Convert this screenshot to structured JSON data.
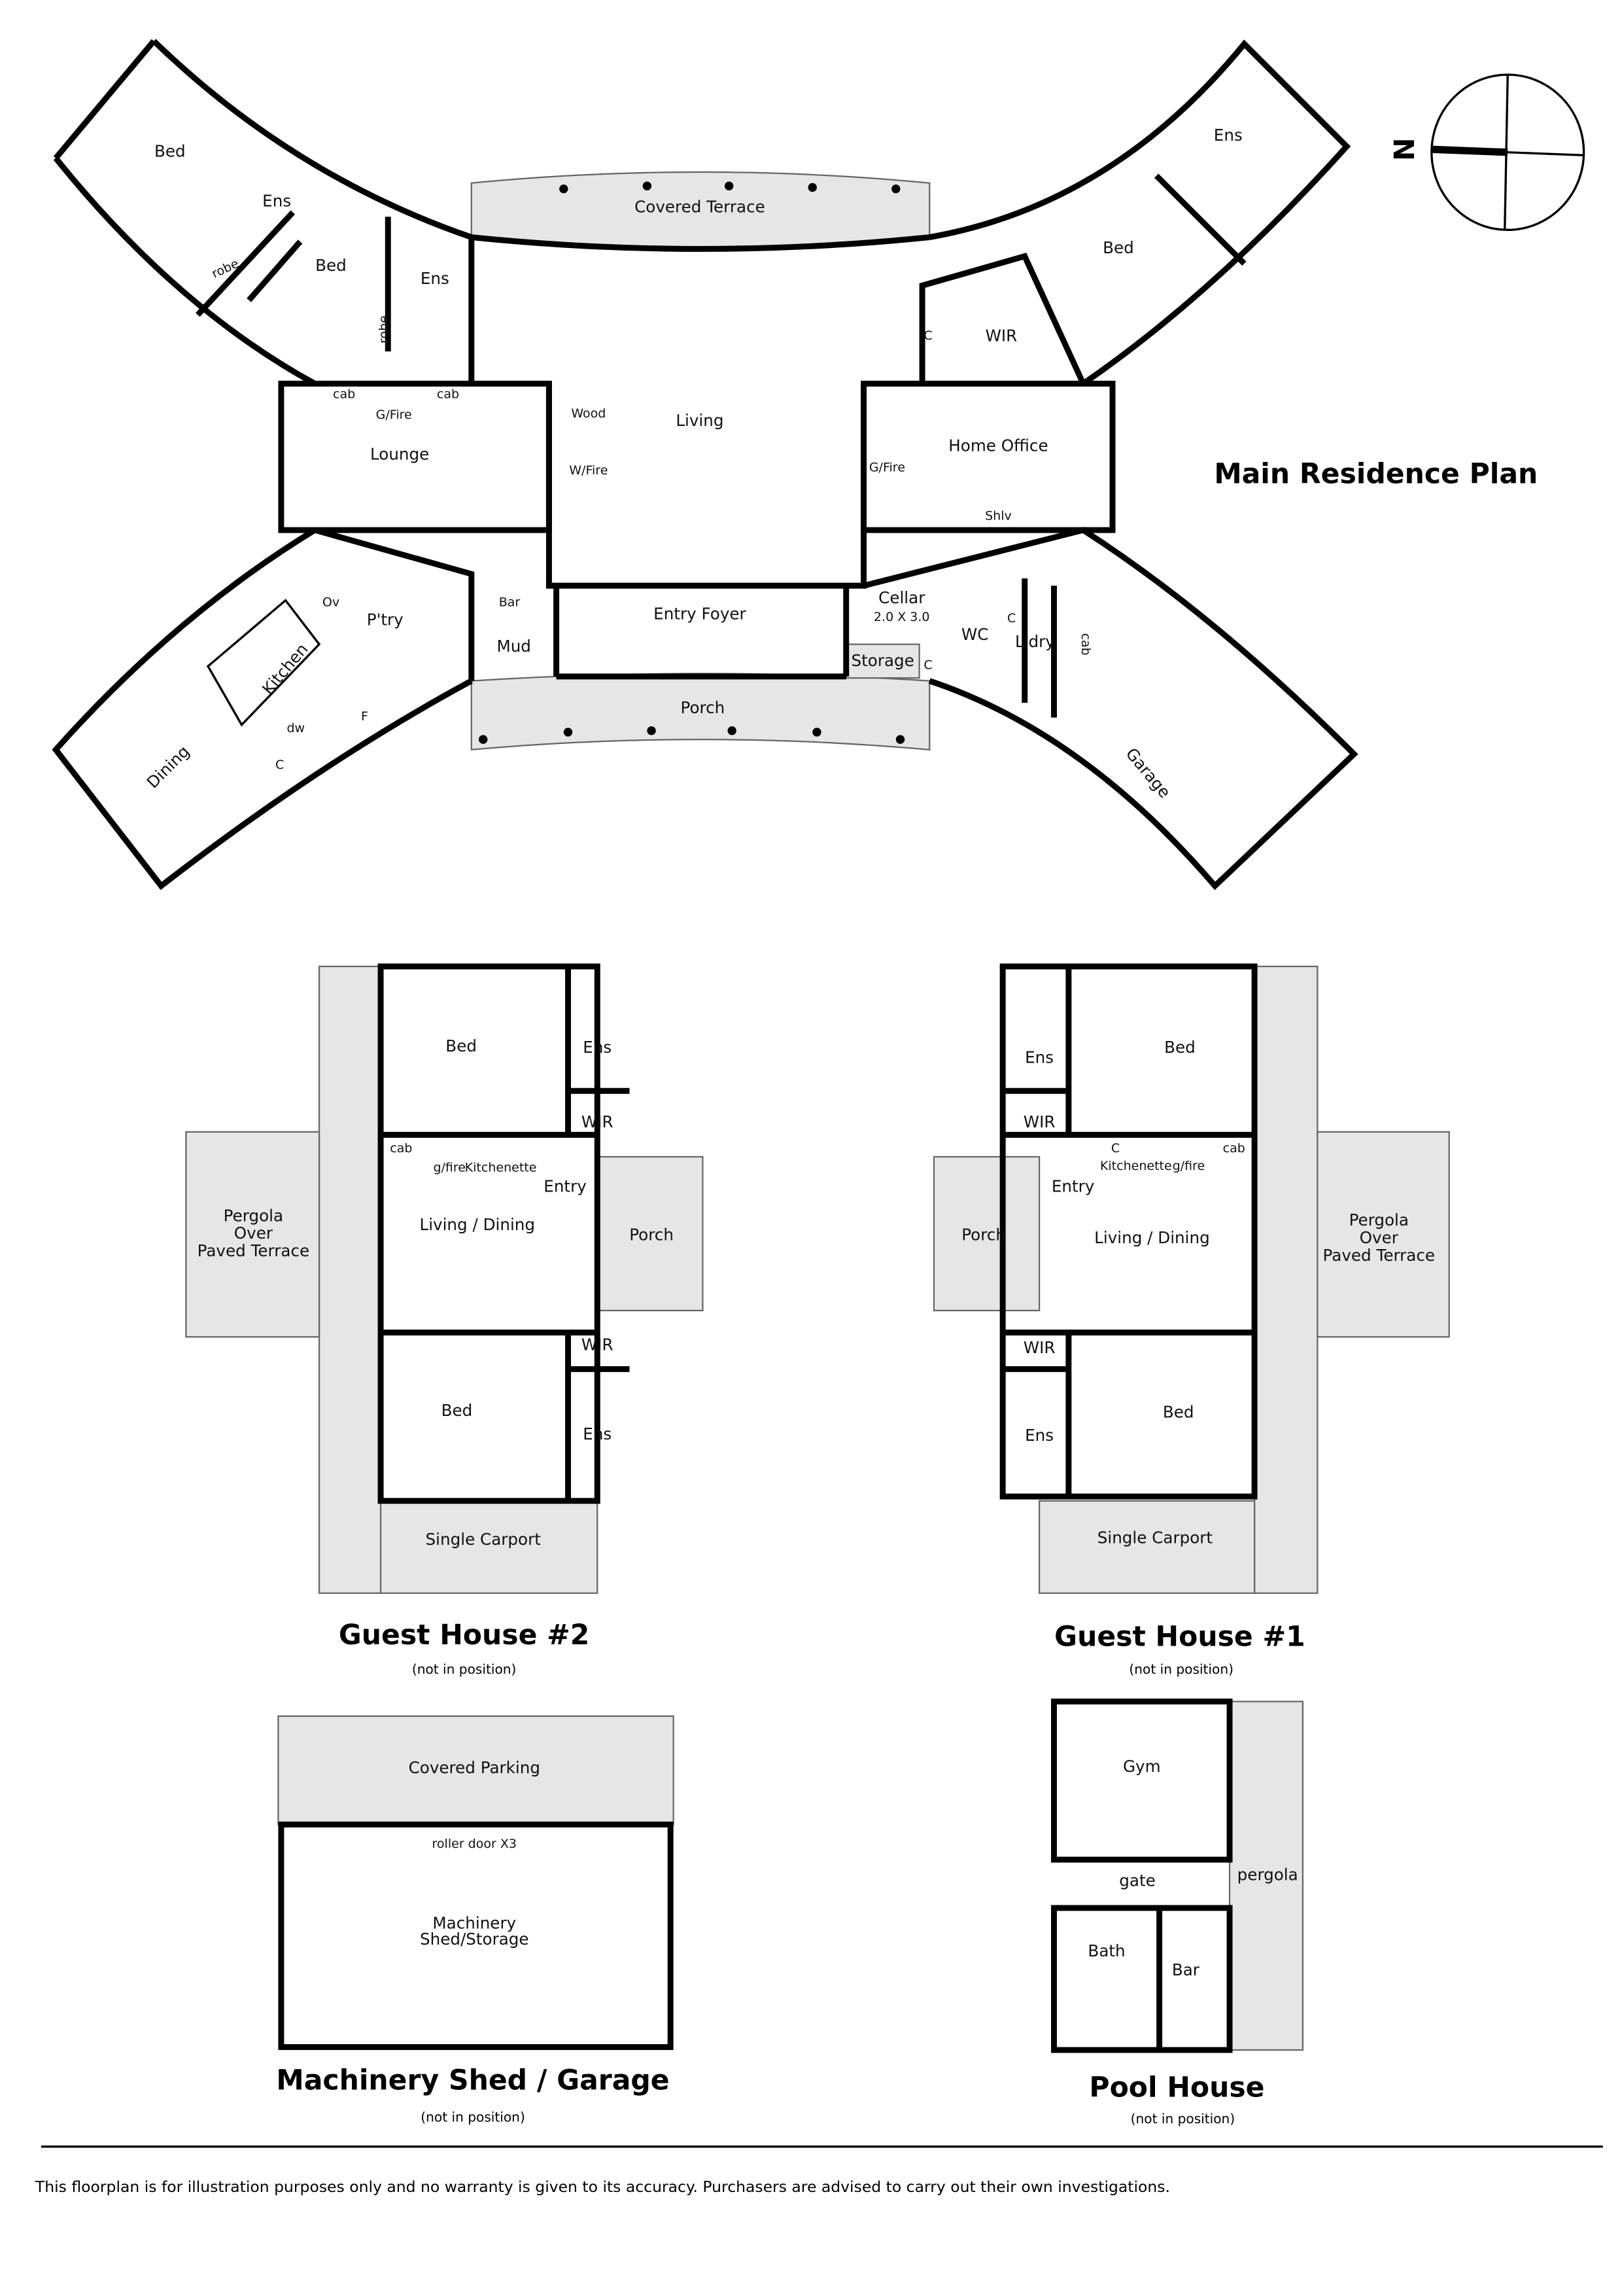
{
  "main": {
    "title": "Main Residence Plan",
    "compass": "N",
    "rooms": {
      "bed_nw": "Bed",
      "ens_nw": "Ens",
      "bed_nw2": "Bed",
      "ens_nw2": "Ens",
      "robe1": "robe",
      "robe2": "robe",
      "covered_terrace": "Covered Terrace",
      "ens_ne": "Ens",
      "bed_ne": "Bed",
      "wir": "WIR",
      "c_ne": "C",
      "cab1": "cab",
      "cab2": "cab",
      "gfire_l": "G/Fire",
      "lounge": "Lounge",
      "wood": "Wood",
      "wfire": "W/Fire",
      "living": "Living",
      "gfire_r": "G/Fire",
      "home_office": "Home Office",
      "shlv": "Shlv",
      "ov": "Ov",
      "ptry": "P'try",
      "bar": "Bar",
      "mud": "Mud",
      "entry_foyer": "Entry Foyer",
      "cellar": "Cellar",
      "cellar_size": "2.0 X 3.0",
      "wc": "WC",
      "ldry": "L'dry",
      "cab3": "cab",
      "c_l": "C",
      "storage": "Storage",
      "c_s": "C",
      "kitchen": "Kitchen",
      "porch": "Porch",
      "dw": "dw",
      "f": "F",
      "c_k": "C",
      "dining": "Dining",
      "garage": "Garage"
    }
  },
  "guest2": {
    "title": "Guest House #2",
    "note": "(not in position)",
    "rooms": {
      "bed1": "Bed",
      "ens1": "Ens",
      "wir1": "WIR",
      "cab": "cab",
      "gfire": "g/fire",
      "kitchenette": "Kitchenette",
      "entry": "Entry",
      "living": "Living / Dining",
      "porch": "Porch",
      "pergola1": "Pergola",
      "pergola2": "Over",
      "pergola3": "Paved Terrace",
      "wir2": "WIR",
      "bed2": "Bed",
      "ens2": "Ens",
      "carport": "Single Carport"
    }
  },
  "guest1": {
    "title": "Guest House #1",
    "note": "(not in position)",
    "rooms": {
      "ens1": "Ens",
      "wir1": "WIR",
      "bed1": "Bed",
      "c": "C",
      "kitchenette": "Kitchenette",
      "gfire": "g/fire",
      "cab": "cab",
      "entry": "Entry",
      "porch": "Porch",
      "living": "Living / Dining",
      "pergola1": "Pergola",
      "pergola2": "Over",
      "pergola3": "Paved Terrace",
      "wir2": "WIR",
      "ens2": "Ens",
      "bed2": "Bed",
      "carport": "Single Carport"
    }
  },
  "shed": {
    "title": "Machinery Shed / Garage",
    "note": "(not in position)",
    "rooms": {
      "covered_parking": "Covered Parking",
      "roller": "roller door X3",
      "shed1": "Machinery",
      "shed2": "Shed/Storage"
    }
  },
  "pool": {
    "title": "Pool House",
    "note": "(not in position)",
    "rooms": {
      "gym": "Gym",
      "gate": "gate",
      "pergola": "pergola",
      "bath": "Bath",
      "bar": "Bar"
    }
  },
  "disclaimer": "This floorplan is for illustration purposes only and no warranty is given to its accuracy. Purchasers are advised to carry out their own investigations."
}
